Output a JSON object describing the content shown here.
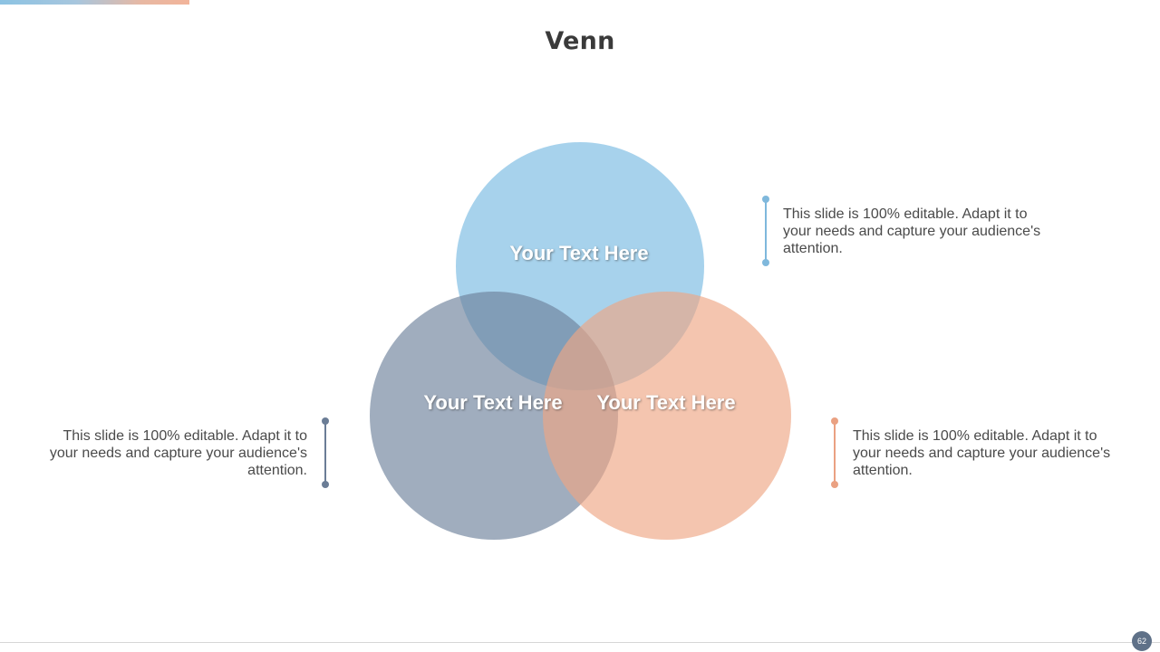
{
  "slide": {
    "title": "Venn",
    "page_number": "62"
  },
  "colors": {
    "blue": "#a5d1eb",
    "slate": "#95a5b8",
    "peach": "#f2b59b",
    "accent_blue_dot": "#7fb8dc",
    "accent_slate_dot": "#6b7d96",
    "accent_peach_dot": "#eaa182",
    "text": "#4a4a4a",
    "title": "#3a3a3a"
  },
  "venn": {
    "circles": [
      {
        "id": "top",
        "label": "Your Text Here",
        "color": "#a5d1eb"
      },
      {
        "id": "left",
        "label": "Your Text Here",
        "color": "#95a5b8"
      },
      {
        "id": "right",
        "label": "Your Text Here",
        "color": "#f2b59b"
      }
    ]
  },
  "callouts": {
    "top": {
      "text": "This slide is 100% editable. Adapt it to your needs and capture your audience's attention."
    },
    "left": {
      "text": "This slide is 100% editable. Adapt it to your needs and capture your audience's attention."
    },
    "right": {
      "text": "This slide is 100% editable. Adapt it to your needs and capture your audience's attention."
    }
  }
}
